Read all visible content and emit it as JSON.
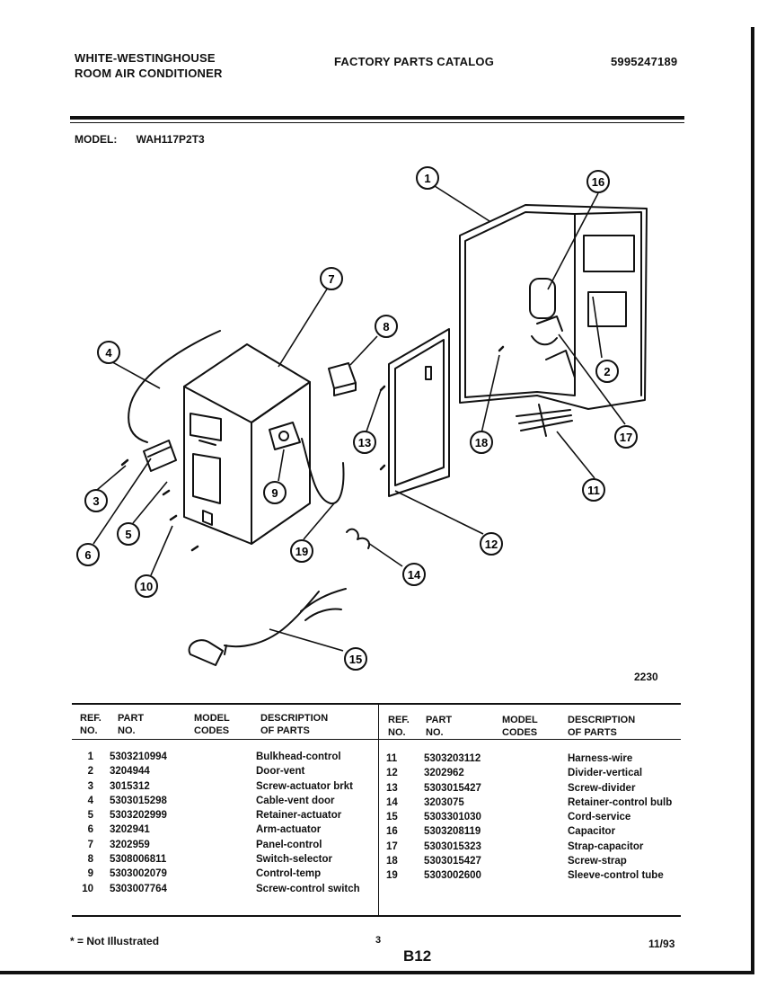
{
  "header": {
    "brand_line1": "WHITE-WESTINGHOUSE",
    "brand_line2": "ROOM AIR CONDITIONER",
    "catalog_title": "FACTORY PARTS CATALOG",
    "catalog_number": "5995247189"
  },
  "model": {
    "label": "MODEL:",
    "value": "WAH117P2T3"
  },
  "diagram": {
    "figure_number": "2230",
    "callouts": [
      "1",
      "2",
      "3",
      "4",
      "5",
      "6",
      "7",
      "8",
      "9",
      "10",
      "11",
      "12",
      "13",
      "14",
      "15",
      "16",
      "17",
      "18",
      "19"
    ]
  },
  "table": {
    "headers": {
      "ref_no_1": "REF.",
      "ref_no_2": "NO.",
      "part_no_1": "PART",
      "part_no_2": "NO.",
      "model_codes_1": "MODEL",
      "model_codes_2": "CODES",
      "description_1": "DESCRIPTION",
      "description_2": "OF PARTS"
    },
    "left_rows": [
      {
        "ref": "1",
        "part": "5303210994",
        "desc": "Bulkhead-control"
      },
      {
        "ref": "2",
        "part": "3204944",
        "desc": "Door-vent"
      },
      {
        "ref": "3",
        "part": "3015312",
        "desc": "Screw-actuator brkt"
      },
      {
        "ref": "4",
        "part": "5303015298",
        "desc": "Cable-vent door"
      },
      {
        "ref": "5",
        "part": "5303202999",
        "desc": "Retainer-actuator"
      },
      {
        "ref": "6",
        "part": "3202941",
        "desc": "Arm-actuator"
      },
      {
        "ref": "7",
        "part": "3202959",
        "desc": "Panel-control"
      },
      {
        "ref": "8",
        "part": "5308006811",
        "desc": "Switch-selector"
      },
      {
        "ref": "9",
        "part": "5303002079",
        "desc": "Control-temp"
      },
      {
        "ref": "10",
        "part": "5303007764",
        "desc": "Screw-control switch"
      }
    ],
    "right_rows": [
      {
        "ref": "11",
        "part": "5303203112",
        "desc": "Harness-wire"
      },
      {
        "ref": "12",
        "part": "3202962",
        "desc": "Divider-vertical"
      },
      {
        "ref": "13",
        "part": "5303015427",
        "desc": "Screw-divider"
      },
      {
        "ref": "14",
        "part": "3203075",
        "desc": "Retainer-control bulb"
      },
      {
        "ref": "15",
        "part": "5303301030",
        "desc": "Cord-service"
      },
      {
        "ref": "16",
        "part": "5303208119",
        "desc": "Capacitor"
      },
      {
        "ref": "17",
        "part": "5303015323",
        "desc": "Strap-capacitor"
      },
      {
        "ref": "18",
        "part": "5303015427",
        "desc": "Screw-strap"
      },
      {
        "ref": "19",
        "part": "5303002600",
        "desc": "Sleeve-control tube"
      }
    ]
  },
  "footer": {
    "note": "* = Not Illustrated",
    "page": "3",
    "section": "B12",
    "date": "11/93"
  },
  "colors": {
    "ink": "#111111",
    "paper": "#ffffff"
  }
}
